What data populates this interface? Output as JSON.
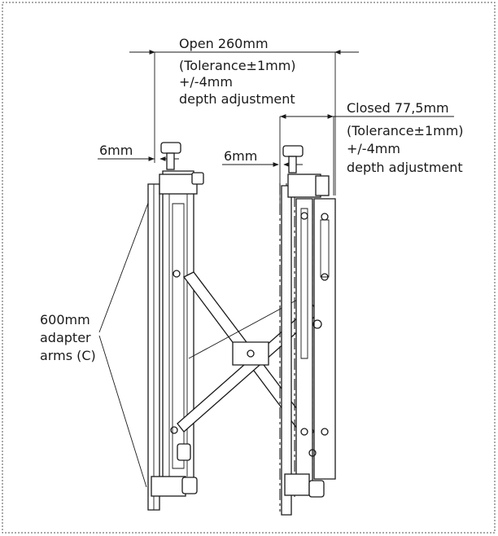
{
  "open": {
    "title": "Open 260mm",
    "tolerance": "(Tolerance±1mm)",
    "range": "+/-4mm",
    "adjust": "depth adjustment"
  },
  "closed": {
    "title": "Closed 77,5mm",
    "tolerance": "(Tolerance±1mm)",
    "range": "+/-4mm",
    "adjust": "depth adjustment"
  },
  "gap_left": "6mm",
  "gap_right": "6mm",
  "arms": {
    "line1": "600mm",
    "line2": "adapter",
    "line3": "arms (C)"
  }
}
